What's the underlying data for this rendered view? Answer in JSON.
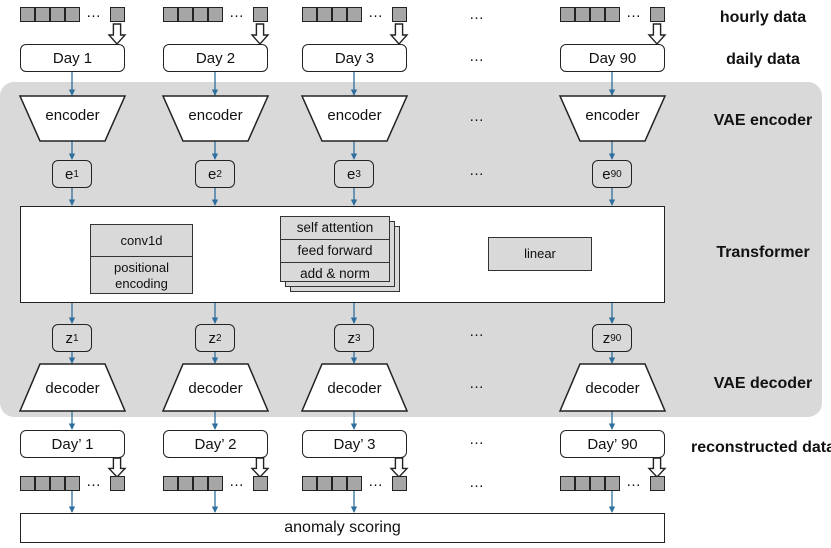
{
  "row_labels": {
    "hourly": "hourly data",
    "daily": "daily data",
    "vae_encoder": "VAE encoder",
    "transformer": "Transformer",
    "vae_decoder": "VAE decoder",
    "reconstructed": "reconstructed data"
  },
  "ellipsis": "…",
  "columns": [
    {
      "day": "Day 1",
      "encoder": "encoder",
      "e": "e",
      "e_sub": "1",
      "z": "z",
      "z_sub": "1",
      "decoder": "decoder",
      "recon": "Day’ 1"
    },
    {
      "day": "Day 2",
      "encoder": "encoder",
      "e": "e",
      "e_sub": "2",
      "z": "z",
      "z_sub": "2",
      "decoder": "decoder",
      "recon": "Day’ 2"
    },
    {
      "day": "Day 3",
      "encoder": "encoder",
      "e": "e",
      "e_sub": "3",
      "z": "z",
      "z_sub": "3",
      "decoder": "decoder",
      "recon": "Day’ 3"
    },
    {
      "day": "Day 90",
      "encoder": "encoder",
      "e": "e",
      "e_sub": "90",
      "z": "z",
      "z_sub": "90",
      "decoder": "decoder",
      "recon": "Day’ 90"
    }
  ],
  "transformer": {
    "conv1d": "conv1d",
    "positional_encoding": "positional encoding",
    "self_attention": "self attention",
    "feed_forward": "feed forward",
    "add_norm": "add & norm",
    "linear": "linear"
  },
  "anomaly_scoring": "anomaly scoring",
  "colors": {
    "vae_background": "#d9d9d9",
    "cell_fill": "#a6a6a6",
    "arrow_line": "#2e6f9e"
  }
}
